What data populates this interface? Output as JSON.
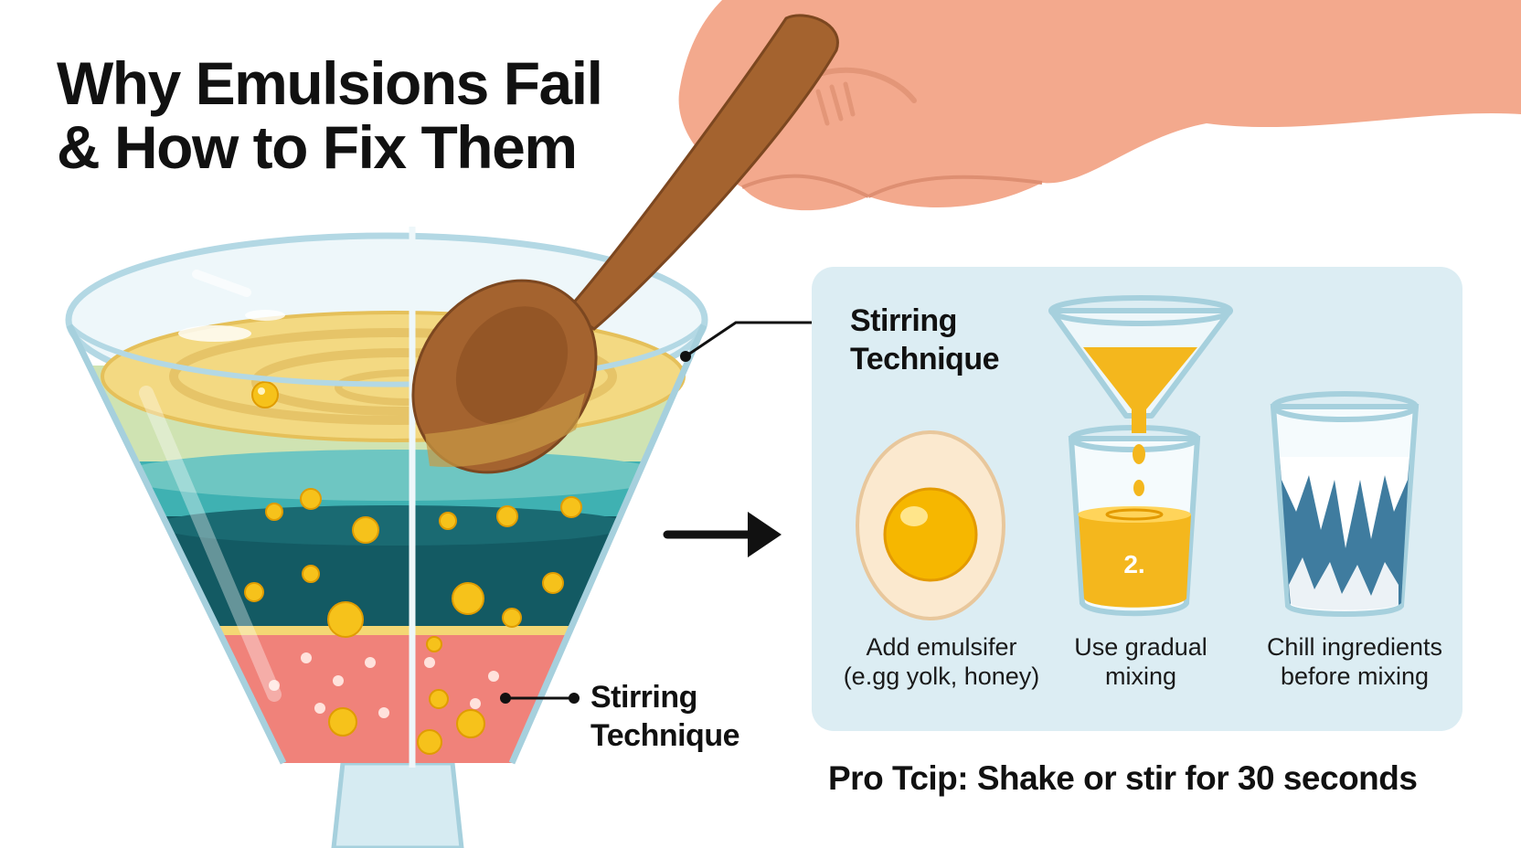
{
  "title": {
    "line1": "Why Emulsions Fail",
    "line2": "& How to Fix Them"
  },
  "callouts": {
    "top": {
      "line1": "Stirring",
      "line2": "Technique"
    },
    "bottom": {
      "line1": "Stirring",
      "line2": "Technique"
    }
  },
  "fixes": [
    {
      "icon": "egg-icon",
      "line1": "Add emulsifer",
      "line2": "(e.gg yolk, honey)"
    },
    {
      "icon": "funnel-glass-icon",
      "badge": "2.",
      "line1": "Use gradual",
      "line2": "mixing"
    },
    {
      "icon": "iced-glass-icon",
      "line1": "Chill ingredients",
      "line2": "before mixing"
    }
  ],
  "pro_tip": "Pro Tcip: Shake or stir for 30 seconds",
  "colors": {
    "oil_layer": "#f3d982",
    "teal_layer": "#3fb1b2",
    "dark_teal_layer": "#135a63",
    "pink_layer": "#f0827a",
    "spoon": "#a4632f",
    "skin": "#f3a98d",
    "panel": "#dcedf3",
    "yolk": "#f6b700"
  }
}
